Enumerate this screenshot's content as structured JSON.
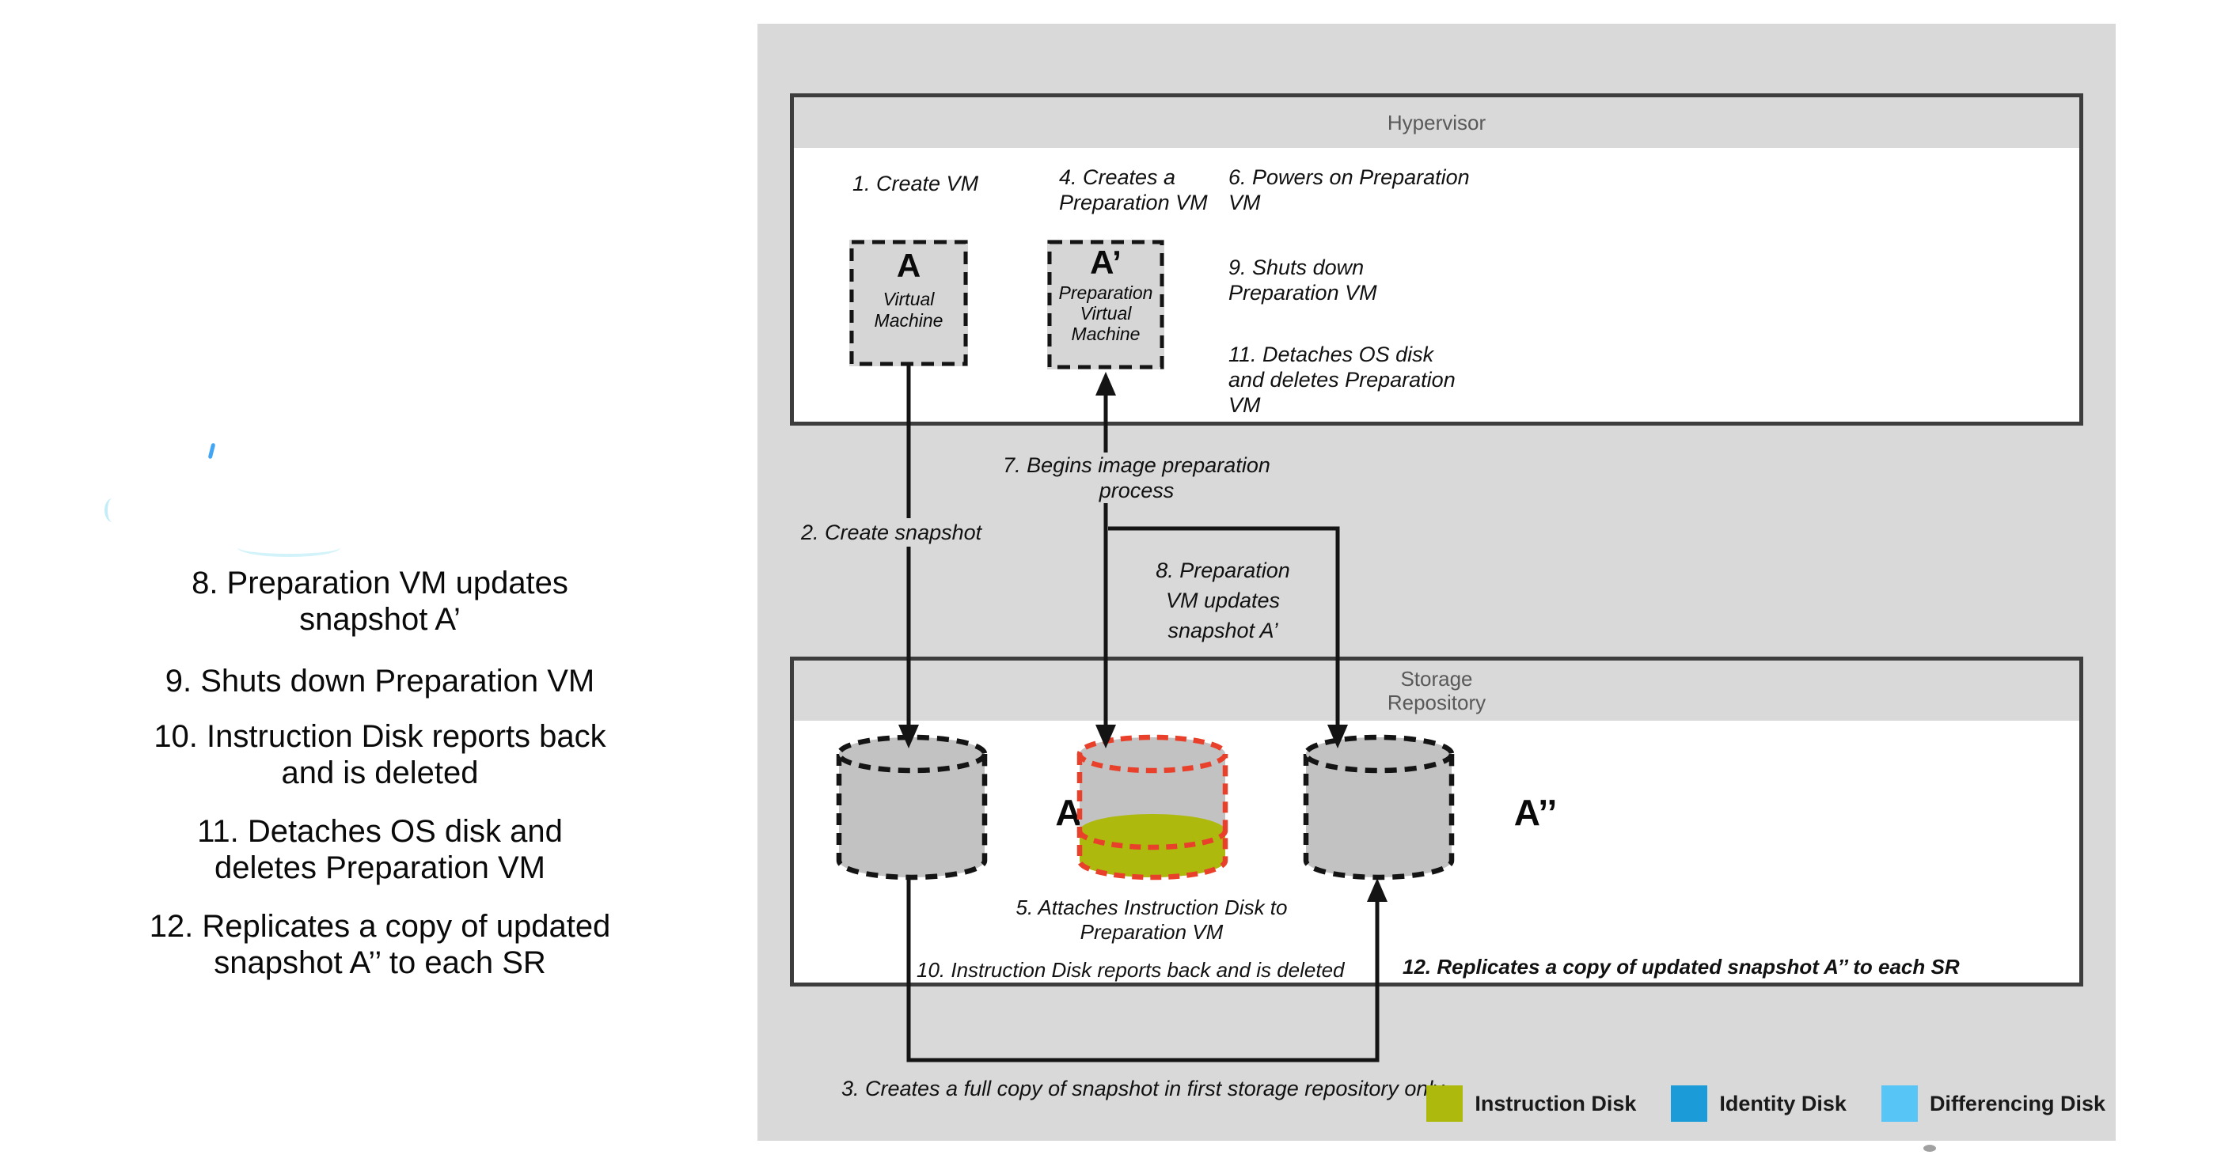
{
  "left_panel": {
    "steps": [
      {
        "text": "8. Preparation VM updates\nsnapshot A’"
      },
      {
        "text": "9. Shuts down Preparation VM"
      },
      {
        "text": "10. Instruction Disk reports back\nand is deleted"
      },
      {
        "text": "11. Detaches OS disk and\ndeletes Preparation VM"
      },
      {
        "text": "12. Replicates a copy of updated\nsnapshot A’’ to each SR"
      }
    ]
  },
  "hypervisor": {
    "title": "Hypervisor",
    "step1": "1. Create VM",
    "step4": "4. Creates a\nPreparation VM",
    "step6": "6. Powers on Preparation\nVM",
    "step9": "9. Shuts down\nPreparation VM",
    "step11": "11. Detaches OS disk\nand deletes Preparation\nVM",
    "vm_a": {
      "letter": "A",
      "label": "Virtual\nMachine"
    },
    "vm_a_prime": {
      "letter": "A’",
      "label": "Preparation\nVirtual\nMachine"
    }
  },
  "flow": {
    "step2": "2. Create snapshot",
    "step7": "7. Begins image preparation\nprocess",
    "step8": "8. Preparation\nVM updates\nsnapshot A’"
  },
  "storage": {
    "title": "Storage\nRepository",
    "disk_a": "A",
    "disk_a_double": "A’’",
    "step5": "5. Attaches Instruction Disk to\nPreparation VM",
    "step10": "10. Instruction Disk reports back and is deleted",
    "step12": "12. Replicates a copy of updated snapshot A’’ to each SR",
    "step3": "3. Creates a full copy of snapshot in first storage repository only"
  },
  "legend": {
    "items": [
      {
        "label": "Instruction Disk",
        "color": "#aeb90e"
      },
      {
        "label": "Identity Disk",
        "color": "#1b9cd8"
      },
      {
        "label": "Differencing Disk",
        "color": "#58c5f7"
      }
    ]
  },
  "colors": {
    "panel": "#d9d9d9",
    "box_border": "#3d3d3d",
    "cylinder_fill": "#c2c2c2",
    "instruction_band": "#aeb90e",
    "instruction_outline": "#e8402a",
    "line": "#141414"
  }
}
